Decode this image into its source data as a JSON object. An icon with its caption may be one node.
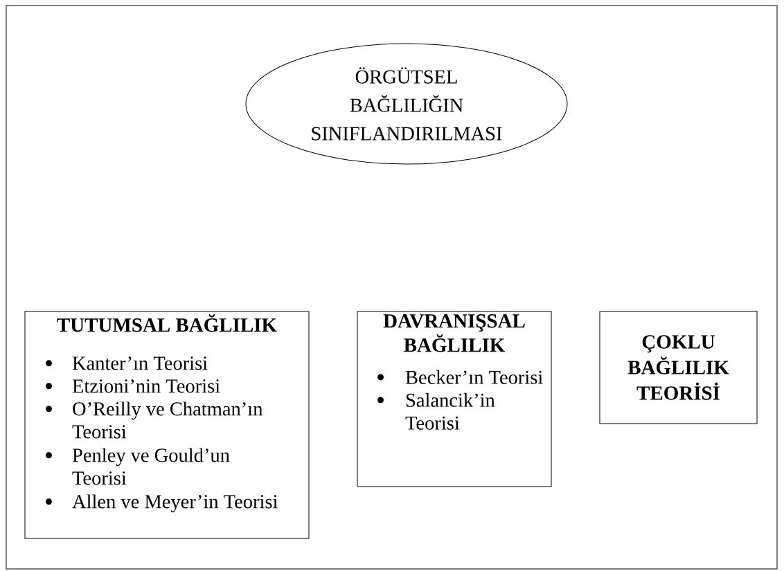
{
  "diagram": {
    "nodes": [
      {
        "text": [
          "ÖRGÜTSEL BAĞLILIĞIN SINIFLANDIRILMASI"
        ]
      },
      {
        "text": [
          "TUTUMSAL BAĞLILIK",
          "Kanter’ın Teorisi",
          "Etzioni’nin Teorisi",
          "O’Reilly ve Chatman’ın Teorisi",
          "Penley ve Gould’un Teorisi",
          "Allen ve Meyer’in Teorisi"
        ]
      },
      {
        "text": [
          "DAVRANIŞSAL BAĞLILIK",
          "Becker’ın Teorisi",
          "Salancik’in Teorisi"
        ]
      },
      {
        "text": [
          "ÇOKLU BAĞLILIK TEORİSİ"
        ]
      }
    ],
    "edges": []
  }
}
